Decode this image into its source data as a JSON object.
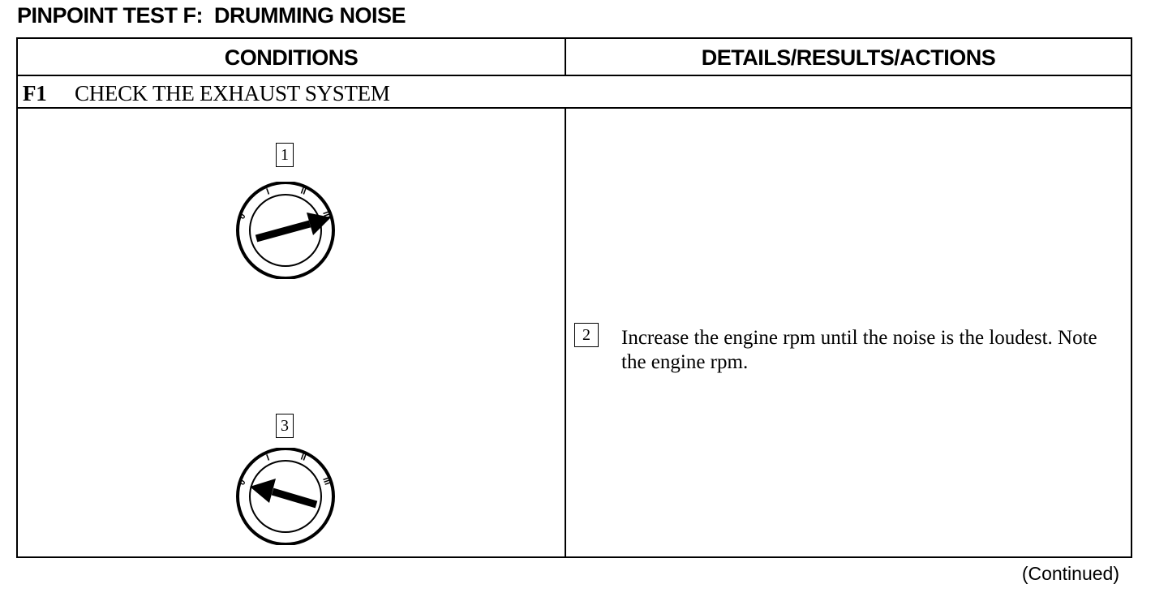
{
  "document": {
    "title": "PINPOINT TEST F:  DRUMMING NOISE",
    "footer": "(Continued)"
  },
  "table": {
    "headers": {
      "conditions": "CONDITIONS",
      "details": "DETAILS/RESULTS/ACTIONS"
    },
    "step": {
      "id": "F1",
      "title": "CHECK THE EXHAUST SYSTEM"
    },
    "conditions": [
      {
        "callout": "1",
        "icon": "ignition-switch-icon",
        "key_position": "III",
        "dial_labels": [
          "0",
          "I",
          "II",
          "III"
        ]
      },
      {
        "callout": "3",
        "icon": "ignition-switch-icon",
        "key_position": "0",
        "dial_labels": [
          "0",
          "I",
          "II",
          "III"
        ]
      }
    ],
    "details": [
      {
        "callout": "2",
        "text": "Increase the engine rpm until the noise is the loudest. Note the engine rpm."
      }
    ]
  }
}
